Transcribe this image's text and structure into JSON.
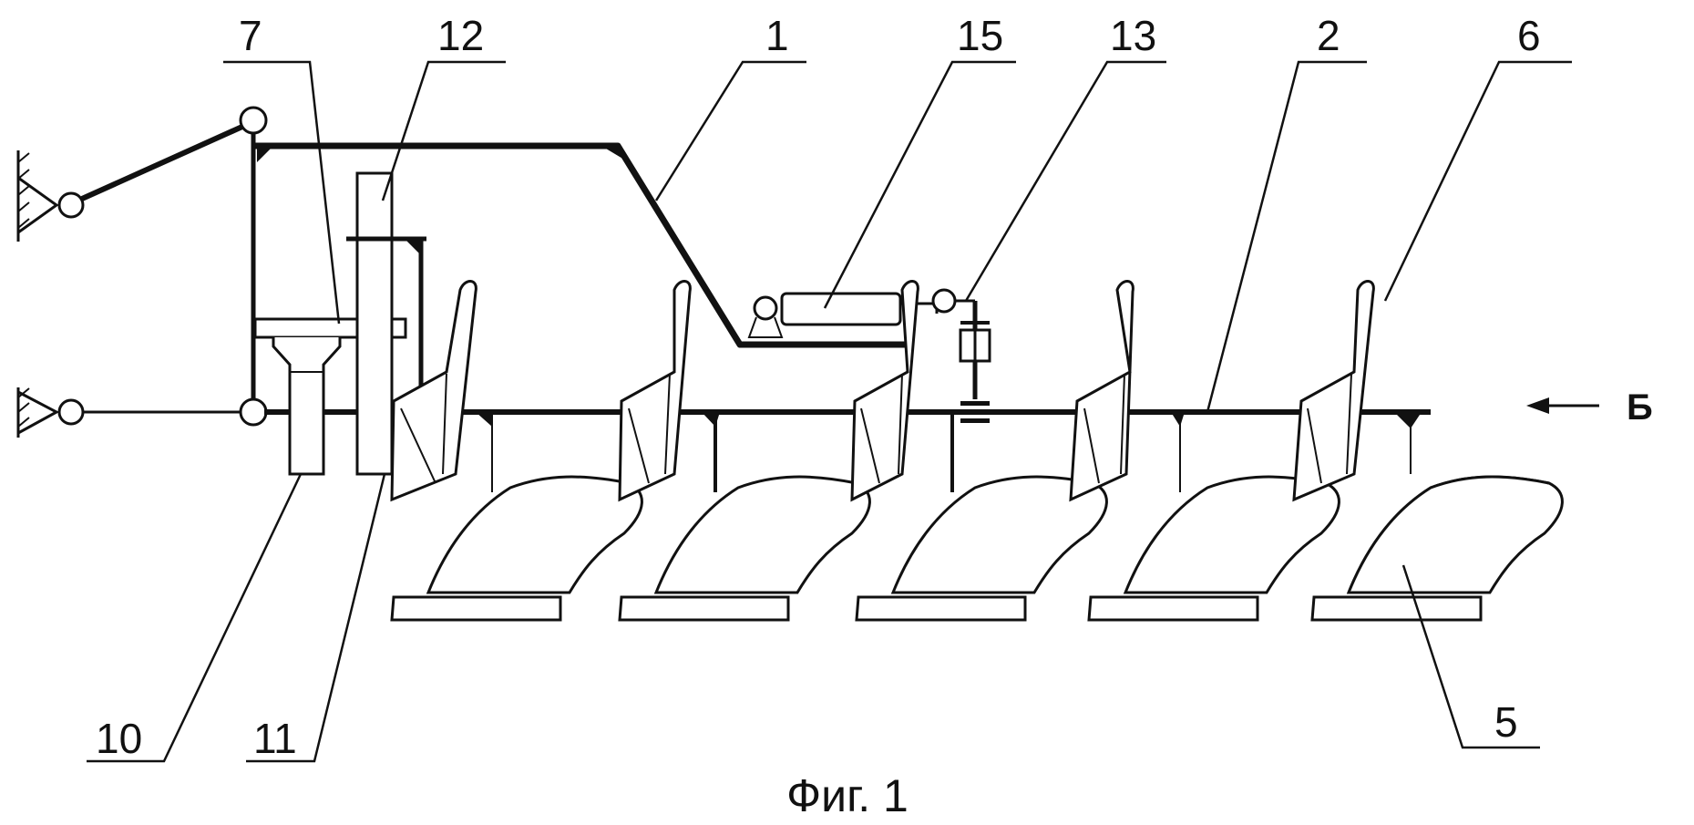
{
  "figure": {
    "caption": "Фиг. 1",
    "view_arrow_label": "Б",
    "part_labels": [
      {
        "id": "p1",
        "text": "1"
      },
      {
        "id": "p2",
        "text": "2"
      },
      {
        "id": "p5",
        "text": "5"
      },
      {
        "id": "p6",
        "text": "6"
      },
      {
        "id": "p7",
        "text": "7"
      },
      {
        "id": "p10",
        "text": "10"
      },
      {
        "id": "p11",
        "text": "11"
      },
      {
        "id": "p12",
        "text": "12"
      },
      {
        "id": "p13",
        "text": "13"
      },
      {
        "id": "p15",
        "text": "15"
      }
    ]
  },
  "colors": {
    "line": "#111111",
    "background": "#ffffff"
  }
}
